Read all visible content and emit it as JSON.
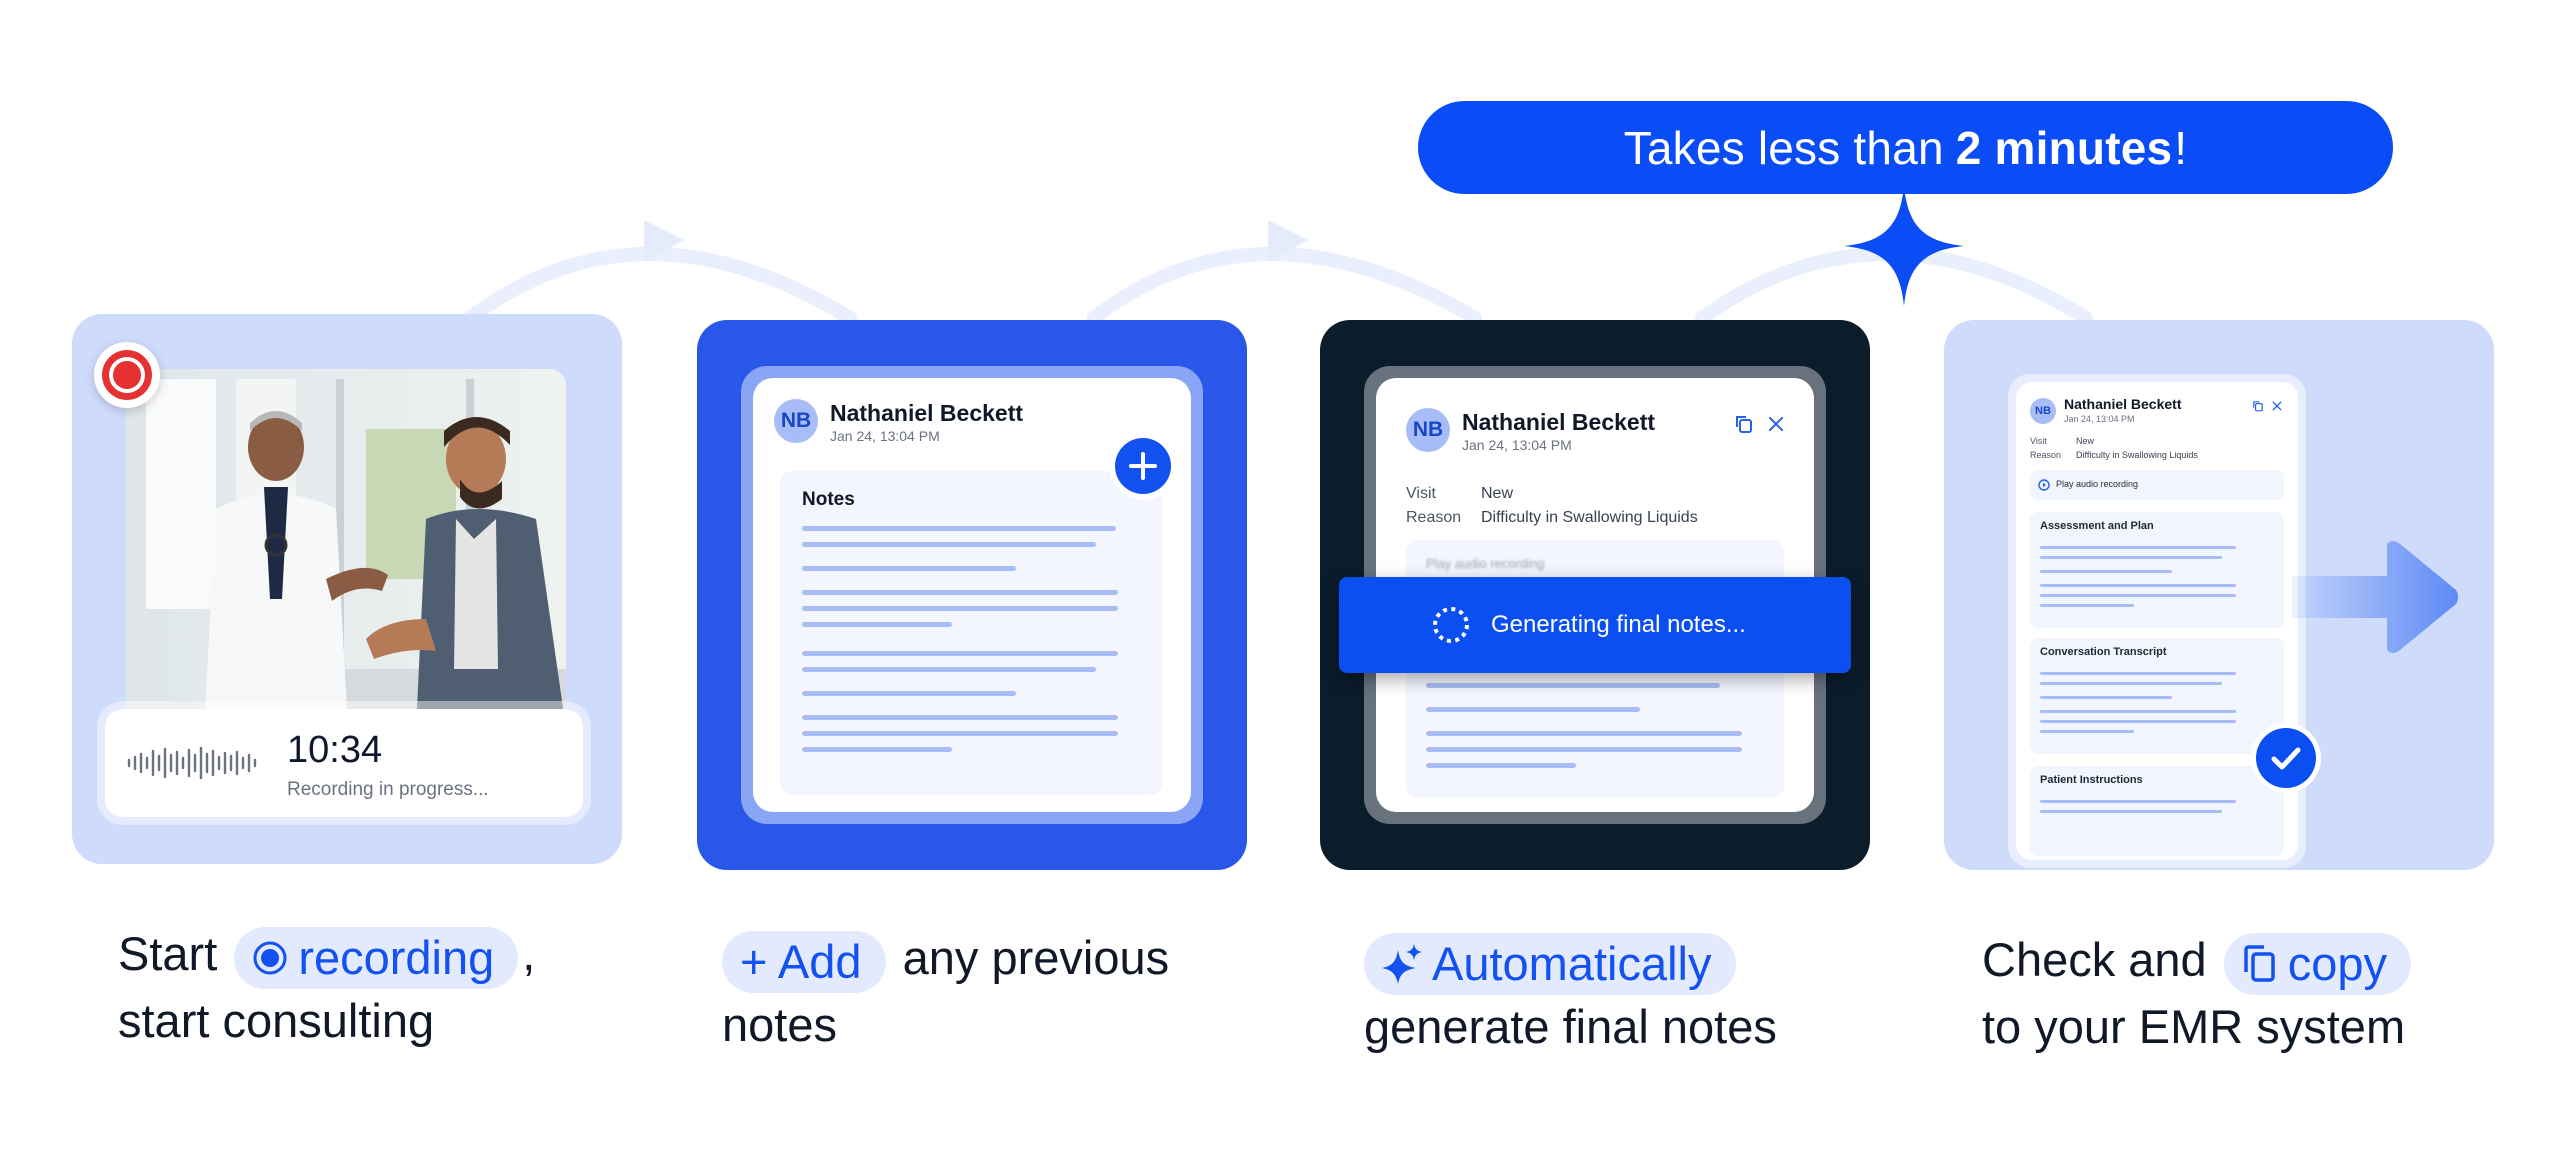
{
  "banner": {
    "prefix": "Takes less than",
    "emphasis": "2 minutes",
    "suffix": "!"
  },
  "colors": {
    "brand_blue": "#0a4cf5",
    "light_blue": "#cfdbfa",
    "mid_blue": "#2957e9",
    "dark_navy": "#0b1c2b",
    "record_red": "#e53131"
  },
  "step1": {
    "timer": "10:34",
    "status": "Recording in progress...",
    "icons": [
      "record-icon",
      "waveform-icon"
    ],
    "caption": {
      "before": "Start",
      "pill": "recording",
      "after": ",",
      "line2": "start consulting"
    }
  },
  "patient": {
    "initials": "NB",
    "name": "Nathaniel Beckett",
    "date": "Jan 24, 13:04 PM"
  },
  "step2": {
    "notes_title": "Notes",
    "caption": {
      "pill": "+ Add",
      "after": "any previous",
      "line2": "notes"
    }
  },
  "step3": {
    "visit_label": "Visit",
    "visit_value": "New",
    "reason_label": "Reason",
    "reason_value": "Difficulty in Swallowing Liquids",
    "audio_label": "Play audio recording",
    "generating": "Generating final notes...",
    "caption": {
      "pill": "Automatically",
      "line2": "generate final notes"
    }
  },
  "step4": {
    "sections": [
      "Assessment and Plan",
      "Conversation Transcript",
      "Patient Instructions"
    ],
    "caption": {
      "before": "Check and",
      "pill": "copy",
      "line2": "to your EMR system"
    }
  }
}
